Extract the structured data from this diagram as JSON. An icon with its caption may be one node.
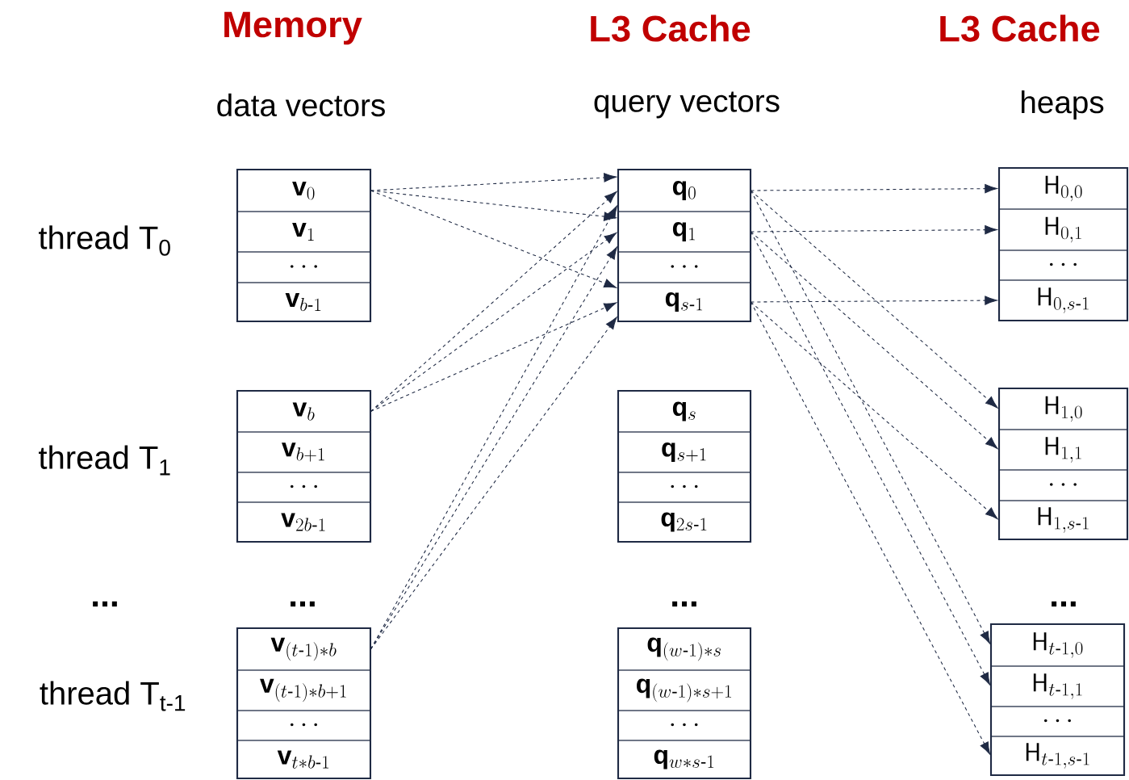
{
  "diagram": {
    "nodes": [
      {
        "text": [
          "\\mathbf{v}_{0}"
        ]
      },
      {
        "text": [
          "\\mathbf{v}_{1}"
        ]
      },
      {
        "text": [
          "\\mathbf{\\cdots}"
        ]
      },
      {
        "text": [
          "\\mathbf{v}_{b\\text{-}1}"
        ]
      },
      {
        "text": [
          "\\mathbf{v}_{b}"
        ]
      },
      {
        "text": [
          "\\mathbf{v}_{b+1}"
        ]
      },
      {
        "text": [
          "\\mathbf{\\cdots}"
        ]
      },
      {
        "text": [
          "\\mathbf{v}_{2b\\text{-}1}"
        ]
      },
      {
        "text": [
          "\\mathbf{v}_{(t\\text{-}1)*b}"
        ]
      },
      {
        "text": [
          "\\mathbf{v}_{(t\\text{-}1)*b+1}"
        ]
      },
      {
        "text": [
          "\\mathbf{\\cdots}"
        ]
      },
      {
        "text": [
          "\\mathbf{v}_{t*b\\text{-}1}"
        ]
      },
      {
        "text": [
          "\\mathbf{q}_{0}"
        ]
      },
      {
        "text": [
          "\\mathbf{q}_{1}"
        ]
      },
      {
        "text": [
          "\\mathbf{\\cdots}"
        ]
      },
      {
        "text": [
          "\\mathbf{q}_{s\\text{-}1}"
        ]
      },
      {
        "text": [
          "\\mathbf{q}_{s}"
        ]
      },
      {
        "text": [
          "\\mathbf{q}_{s+1}"
        ]
      },
      {
        "text": [
          "\\mathbf{\\cdots}"
        ]
      },
      {
        "text": [
          "\\mathbf{q}_{2s\\text{-}1}"
        ]
      },
      {
        "text": [
          "\\mathbf{q}_{(w\\text{-}1)*s}"
        ]
      },
      {
        "text": [
          "\\mathbf{q}_{(w\\text{-}1)*s+1}"
        ]
      },
      {
        "text": [
          "\\mathbf{\\cdots}"
        ]
      },
      {
        "text": [
          "\\mathbf{q}_{w*s\\text{-}1}"
        ]
      },
      {
        "text": [
          "\\mathsf{H}_{0,0}"
        ]
      },
      {
        "text": [
          "\\mathsf{H}_{0,1}"
        ]
      },
      {
        "text": [
          "\\mathbf{\\cdots}"
        ]
      },
      {
        "text": [
          "\\mathsf{H}_{0,s\\text{-}1}"
        ]
      },
      {
        "text": [
          "\\mathsf{H}_{1,0}"
        ]
      },
      {
        "text": [
          "\\mathsf{H}_{1,1}"
        ]
      },
      {
        "text": [
          "\\mathbf{\\cdots}"
        ]
      },
      {
        "text": [
          "\\mathsf{H}_{1,s\\text{-}1}"
        ]
      },
      {
        "text": [
          "\\mathsf{H}_{t\\text{-}1,0}"
        ]
      },
      {
        "text": [
          "\\mathsf{H}_{t\\text{-}1,1}"
        ]
      },
      {
        "text": [
          "\\mathbf{\\cdots}"
        ]
      },
      {
        "text": [
          "\\mathsf{H}_{t\\text{-}1,s\\text{-}1}"
        ]
      }
    ],
    "edges": [
      {
        "from": 0,
        "to": 12,
        "arrow": "to",
        "style": "dashed"
      },
      {
        "from": 0,
        "to": 13,
        "arrow": "to",
        "style": "dashed"
      },
      {
        "from": 0,
        "to": 15,
        "arrow": "to",
        "style": "dashed"
      },
      {
        "from": 4,
        "to": 12,
        "arrow": "to",
        "style": "dashed"
      },
      {
        "from": 4,
        "to": 13,
        "arrow": "to",
        "style": "dashed"
      },
      {
        "from": 4,
        "to": 15,
        "arrow": "to",
        "style": "dashed"
      },
      {
        "from": 8,
        "to": 12,
        "arrow": "to",
        "style": "dashed"
      },
      {
        "from": 8,
        "to": 13,
        "arrow": "to",
        "style": "dashed"
      },
      {
        "from": 8,
        "to": 15,
        "arrow": "to",
        "style": "dashed"
      },
      {
        "from": 12,
        "to": 24,
        "arrow": "to",
        "style": "dashed"
      },
      {
        "from": 12,
        "to": 28,
        "arrow": "to",
        "style": "dashed"
      },
      {
        "from": 12,
        "to": 32,
        "arrow": "to",
        "style": "dashed"
      },
      {
        "from": 13,
        "to": 25,
        "arrow": "to",
        "style": "dashed"
      },
      {
        "from": 13,
        "to": 29,
        "arrow": "to",
        "style": "dashed"
      },
      {
        "from": 13,
        "to": 33,
        "arrow": "to",
        "style": "dashed"
      },
      {
        "from": 15,
        "to": 27,
        "arrow": "to",
        "style": "dashed"
      },
      {
        "from": 15,
        "to": 31,
        "arrow": "to",
        "style": "dashed"
      },
      {
        "from": 15,
        "to": 35,
        "arrow": "to",
        "style": "dashed"
      }
    ],
    "labels": [
      "Memory",
      "L3 Cache",
      "L3 Cache",
      "data vectors",
      "query vectors",
      "heaps",
      "thread T$_{0}$",
      "thread T$_{1}$",
      "...",
      "...",
      "...",
      "...",
      "thread T$_{t-1}$"
    ]
  }
}
